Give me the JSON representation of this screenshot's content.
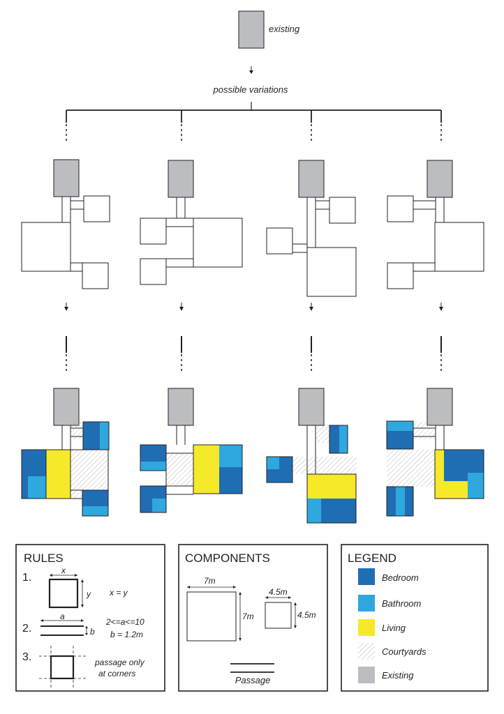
{
  "top": {
    "existing_label": "existing",
    "variations_label": "possible variations"
  },
  "rules": {
    "title": "RULES",
    "items": [
      {
        "number": "1.",
        "dim_x": "x",
        "dim_y": "y",
        "text": "x = y"
      },
      {
        "number": "2.",
        "dim_a": "a",
        "dim_b": "b",
        "text_line1": "2<=a<=10",
        "text_line2": "b = 1.2m"
      },
      {
        "number": "3.",
        "text_line1": "passage only",
        "text_line2": "at corners"
      }
    ]
  },
  "components": {
    "title": "COMPONENTS",
    "large_width": "7m",
    "large_height": "7m",
    "small_width": "4.5m",
    "small_height": "4.5m",
    "passage_label": "Passage"
  },
  "legend": {
    "title": "LEGEND",
    "items": [
      {
        "label": "Bedroom",
        "color": "#1f6eb4"
      },
      {
        "label": "Bathroom",
        "color": "#2fa7df"
      },
      {
        "label": "Living",
        "color": "#f5e92a"
      },
      {
        "label": "Courtyards",
        "color": "hatch"
      },
      {
        "label": "Existing",
        "color": "#bcbdc0"
      }
    ]
  },
  "colors": {
    "bedroom": "#1f6eb4",
    "bathroom": "#2fa7df",
    "living": "#f5e92a",
    "existing": "#bcbdc0",
    "line": "#231f20"
  }
}
